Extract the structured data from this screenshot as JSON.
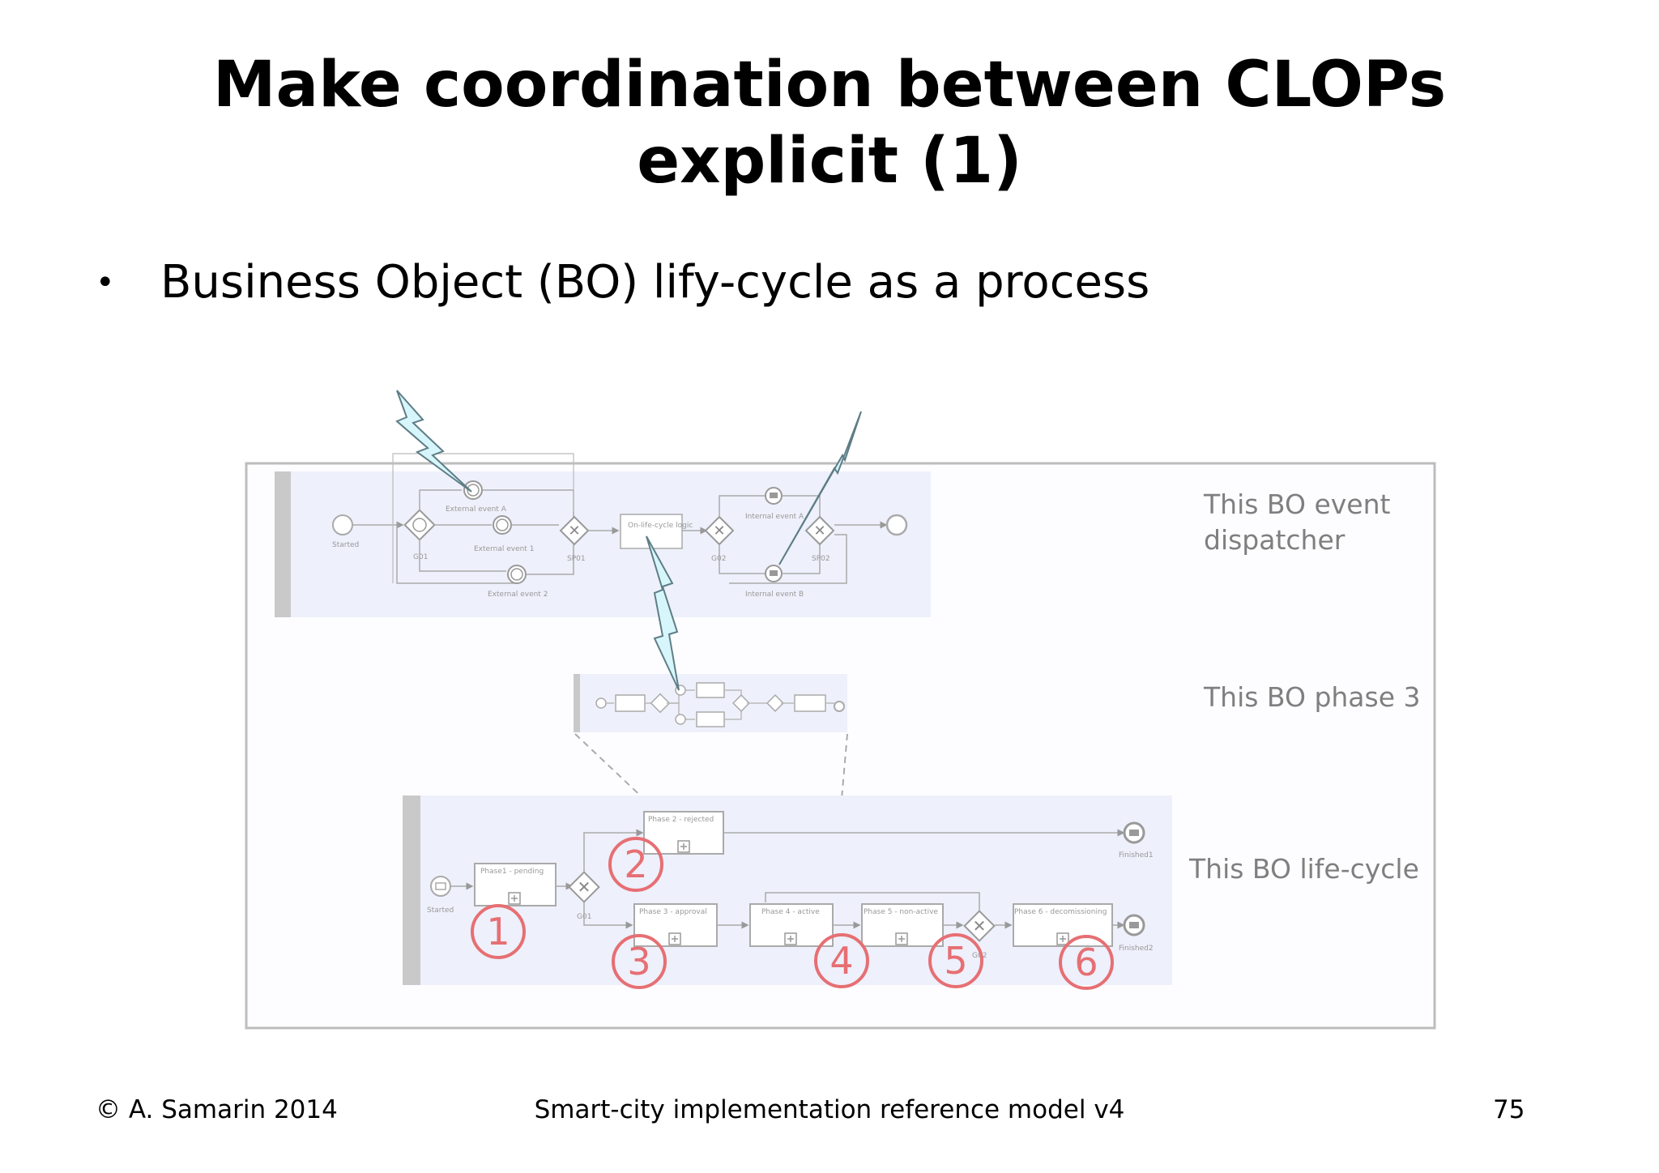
{
  "slide": {
    "title_line1": "Make coordination between CLOPs",
    "title_line2": "explicit (1)",
    "bullet": "Business Object (BO) lify-cycle as a process"
  },
  "diagram": {
    "labels": {
      "dispatcher_line1": "This BO event",
      "dispatcher_line2": "dispatcher",
      "phase3": "This BO phase 3",
      "lifecycle": "This BO life-cycle"
    },
    "dispatcher_pool": {
      "start": "Started",
      "gateway_1": "G01",
      "event_a": "External event A",
      "event_b": "External event 1",
      "event_c": "External event 2",
      "gateway_2": "SP01",
      "task": "On-life-cycle logic",
      "gateway_3": "G02",
      "internal_a": "Internal event A",
      "internal_b": "Internal event B",
      "gateway_4": "SP02"
    },
    "lifecycle_pool": {
      "start": "Started",
      "gateway": "G01",
      "gateway_2": "G02",
      "phase1": "Phase1 - pending",
      "phase2": "Phase 2 - rejected",
      "phase3": "Phase 3 - approval",
      "phase4": "Phase 4 - active",
      "phase5": "Phase 5 - non-active",
      "phase6": "Phase 6 - decomissioning",
      "finished1": "Finished1",
      "finished2": "Finished2"
    },
    "markers": [
      "1",
      "2",
      "3",
      "4",
      "5",
      "6"
    ]
  },
  "footer": {
    "copyright": "© A. Samarin 2014",
    "center": "Smart-city implementation reference model v4",
    "page": "75"
  },
  "colors": {
    "marker": "#e66f73",
    "lightning": "#d6f6fb",
    "pool_fill": "#eef0fb",
    "frame": "#bdbdbd"
  }
}
